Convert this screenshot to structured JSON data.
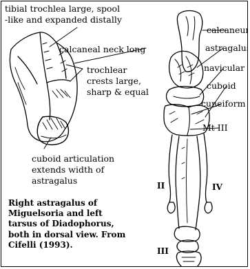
{
  "labels": {
    "tibial_trochlea_1": "tibial trochlea large, spool",
    "tibial_trochlea_2": "-like and expanded distally",
    "calcaneal_neck": "calcaneal neck long",
    "trochlear_crests_1": "trochlear",
    "trochlear_crests_2": "crests large,",
    "trochlear_crests_3": "sharp & equal",
    "cuboid_articulation_1": "cuboid articulation",
    "cuboid_articulation_2": "extends width of",
    "cuboid_articulation_3": "astragalus",
    "calcaneum": "calcaneum",
    "astragalus": "astragalus",
    "navicular": "navicular",
    "cuboid": "cuboid",
    "cuneiform": "cuneiform",
    "mt_iii": "Mt III",
    "digit_ii": "II",
    "digit_iv": "IV",
    "digit_iii": "III"
  },
  "caption": {
    "line1": "Right astragalus of",
    "line2": "Miguelsoria and left",
    "line3": "tarsus of Diadophorus,",
    "line4": "both in dorsal view.  From",
    "line5": "Cifelli (1993)."
  }
}
